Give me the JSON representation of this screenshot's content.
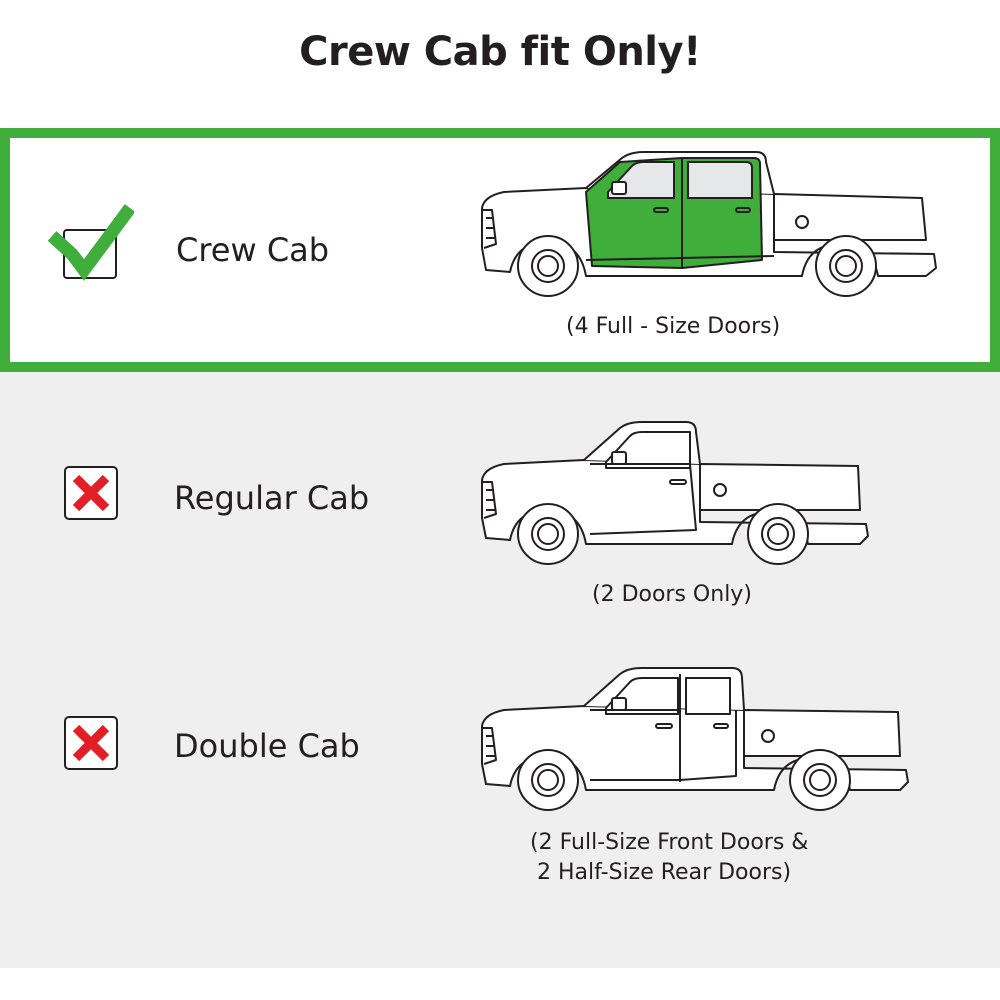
{
  "title": "Crew Cab fit Only!",
  "colors": {
    "fit_green": "#3fae3a",
    "reject_red": "#e21f26",
    "panel_gray": "#eeefee",
    "outline": "#231f20"
  },
  "rows": [
    {
      "label": "Crew Cab",
      "caption_lines": [
        "(4 Full - Size Doors)"
      ],
      "status_icon": "checkmark-icon",
      "fits": true
    },
    {
      "label": "Regular Cab",
      "caption_lines": [
        "(2 Doors Only)"
      ],
      "status_icon": "x-mark-icon",
      "fits": false
    },
    {
      "label": "Double Cab",
      "caption_lines": [
        "(2 Full-Size Front Doors &",
        " 2 Half-Size Rear Doors)"
      ],
      "status_icon": "x-mark-icon",
      "fits": false
    }
  ]
}
